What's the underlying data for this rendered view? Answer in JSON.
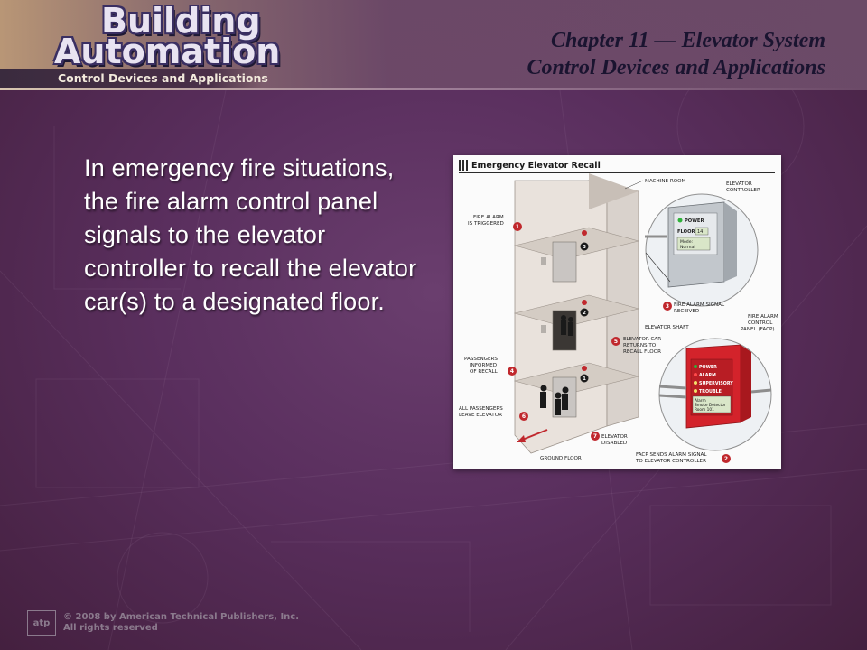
{
  "header": {
    "logo_line1": "Building",
    "logo_line2": "Automation",
    "subtitle": "Control Devices and Applications",
    "chapter_line1": "Chapter 11 — Elevator System",
    "chapter_line2": "Control Devices and Applications"
  },
  "body": {
    "paragraph": "In emergency fire situations, the fire alarm control panel signals to the elevator controller to recall the elevator car(s) to a designated floor."
  },
  "figure": {
    "title": "Emergency Elevator Recall",
    "labels": {
      "machine_room": "MACHINE ROOM",
      "elevator_controller_1": "ELEVATOR",
      "elevator_controller_2": "CONTROLLER",
      "fire_alarm_1": "FIRE ALARM",
      "fire_alarm_2": "IS TRIGGERED",
      "signal_1": "FIRE ALARM SIGNAL",
      "signal_2": "RECEIVED",
      "shaft": "ELEVATOR SHAFT",
      "facp_1": "FIRE ALARM",
      "facp_2": "CONTROL",
      "facp_3": "PANEL (FACP)",
      "returns_1": "ELEVATOR CAR",
      "returns_2": "RETURNS TO",
      "returns_3": "RECALL FLOOR",
      "informed_1": "PASSENGERS",
      "informed_2": "INFORMED",
      "informed_3": "OF RECALL",
      "leave_1": "ALL PASSENGERS",
      "leave_2": "LEAVE ELEVATOR",
      "disabled_1": "ELEVATOR",
      "disabled_2": "DISABLED",
      "ground": "GROUND FLOOR",
      "sends_1": "FACP SENDS ALARM SIGNAL",
      "sends_2": "TO ELEVATOR CONTROLLER"
    },
    "controller_panel": {
      "power": "POWER",
      "floor_label": "FLOOR",
      "floor_value": "14",
      "mode_1": "Mode:",
      "mode_2": "Normal"
    },
    "facp_panel": {
      "power": "POWER",
      "alarm": "ALARM",
      "supervisory": "SUPERVISORY",
      "trouble": "TROUBLE",
      "lcd_1": "Alarm",
      "lcd_2": "Smoke Detector",
      "lcd_3": "Room 101"
    },
    "steps": [
      "1",
      "2",
      "3",
      "4",
      "5",
      "6",
      "7"
    ],
    "floor_markers": [
      "3",
      "2",
      "1"
    ]
  },
  "footer": {
    "logo": "atp",
    "line1": "© 2008 by American Technical Publishers, Inc.",
    "line2": "All rights reserved"
  },
  "colors": {
    "background": "#5a2f5e",
    "body_text": "#ffffff",
    "step_badge": "#c0282d",
    "facp_red": "#d3232b"
  }
}
